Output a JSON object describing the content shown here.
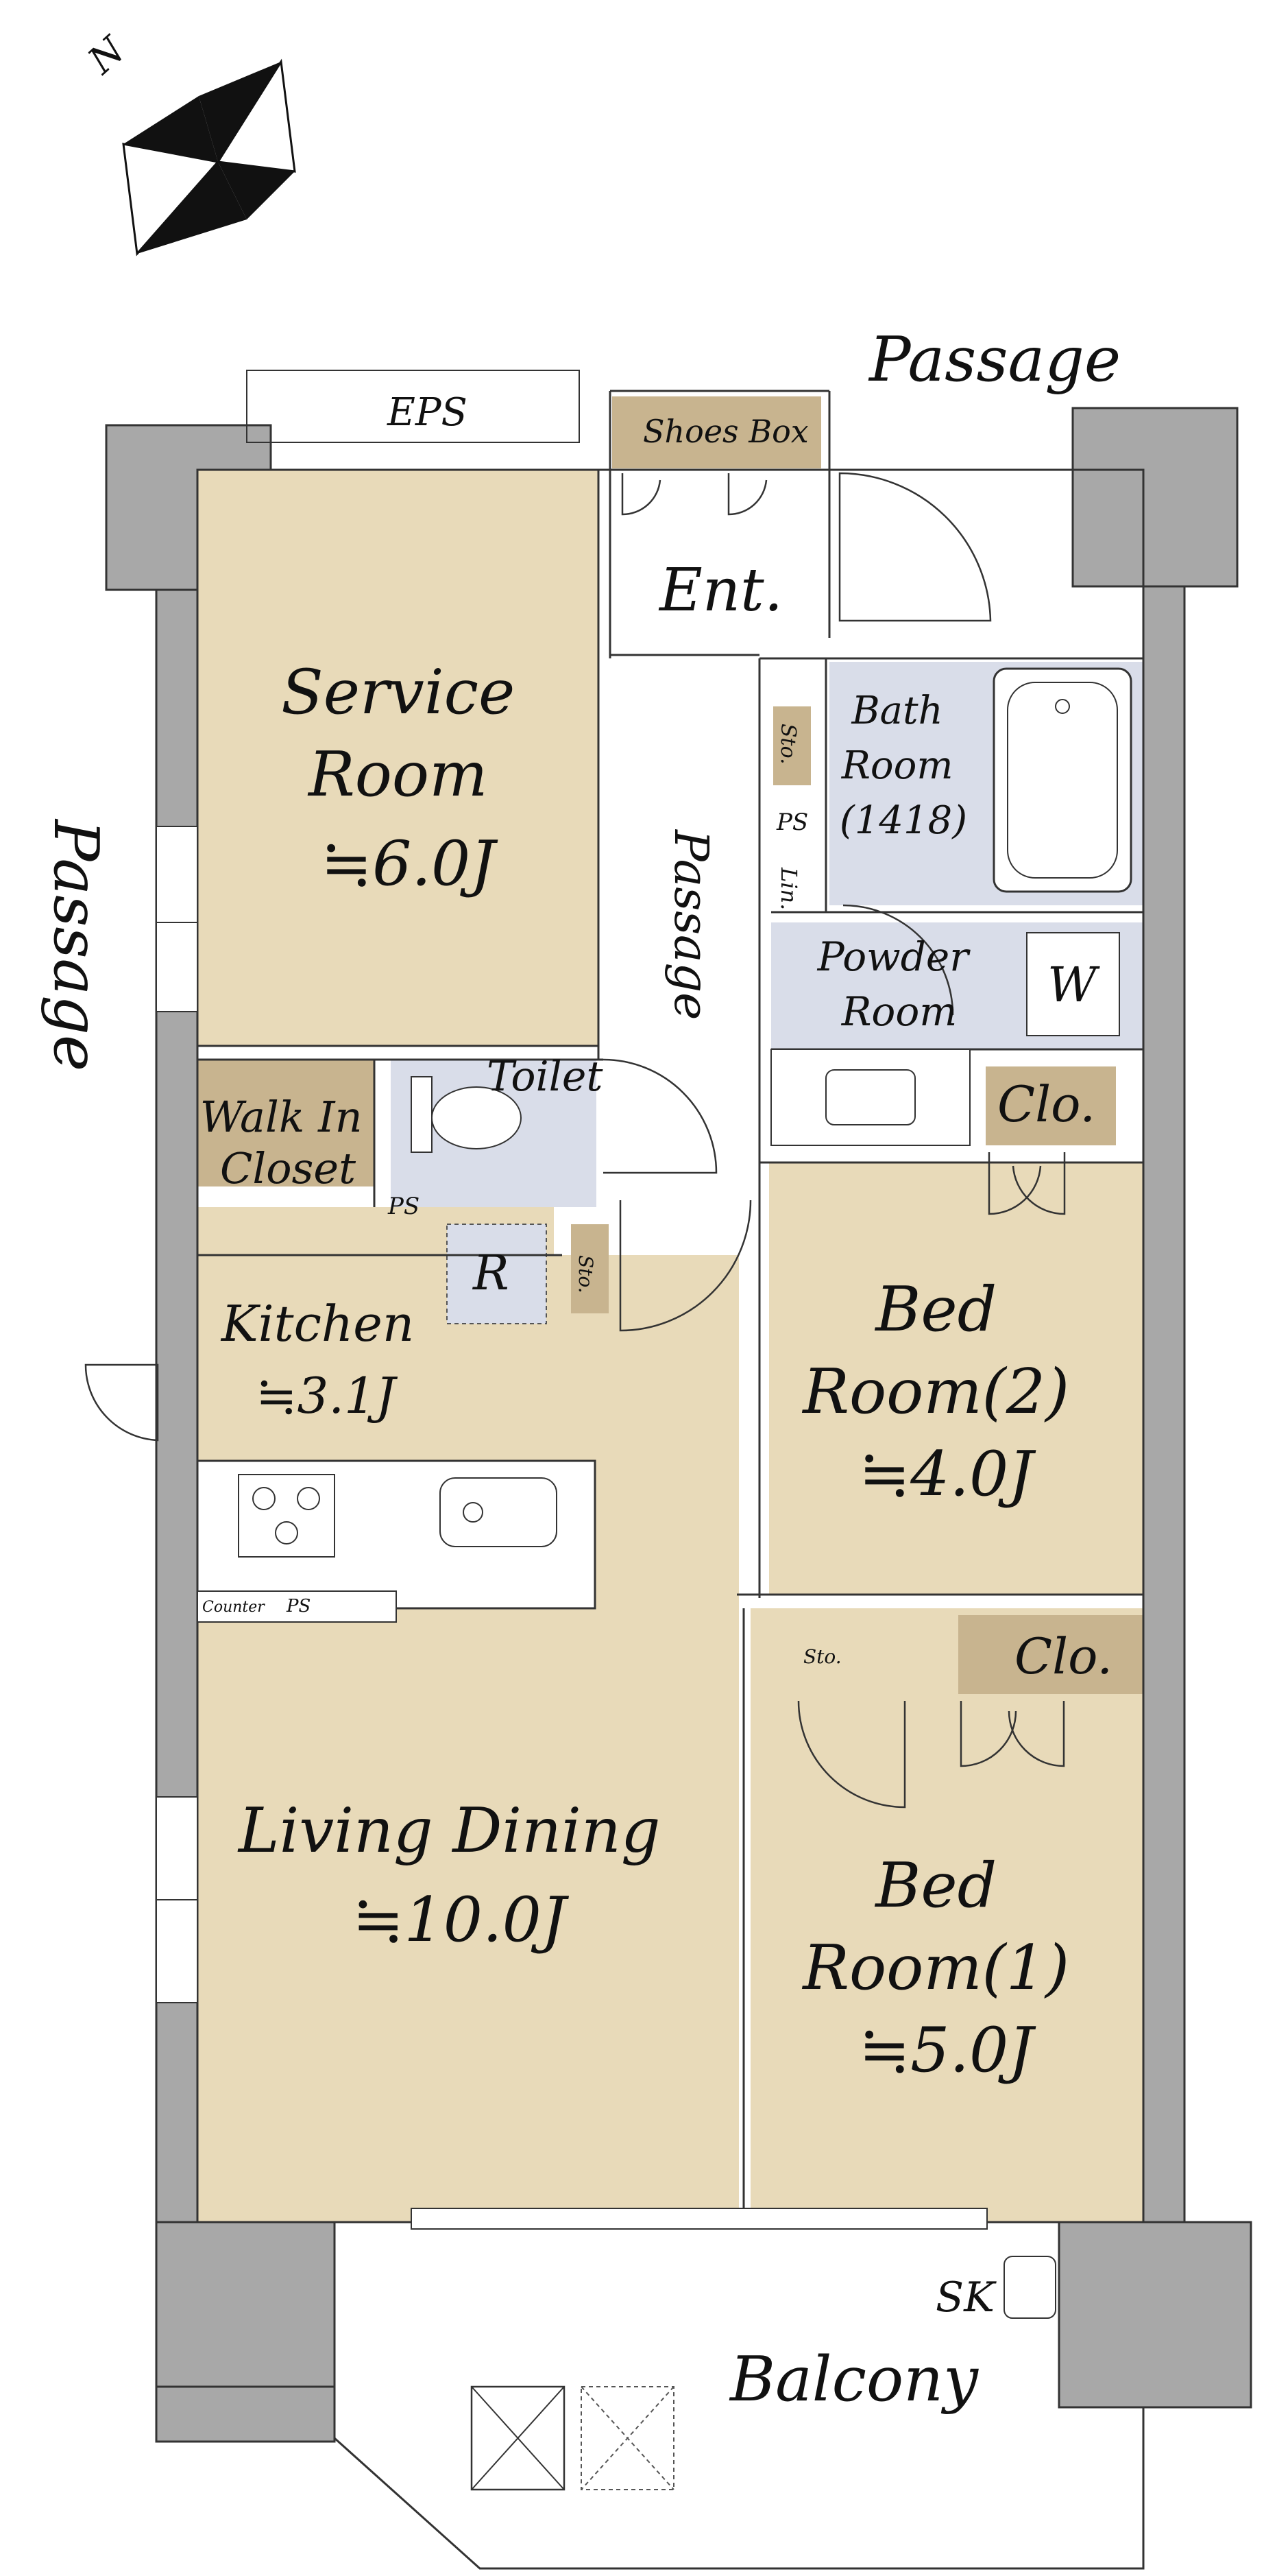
{
  "compass": {
    "north_label": "N",
    "icon": "compass-rose-icon"
  },
  "labels": {
    "passage_top": "Passage",
    "passage_left": "Passage",
    "passage_center": "Passage",
    "eps": "EPS",
    "shoes_box": "Shoes Box",
    "entrance": "Ent.",
    "service_room_l1": "Service",
    "service_room_l2": "Room",
    "service_room_size": "≒6.0J",
    "bath_l1": "Bath",
    "bath_l2": "Room",
    "bath_l3": "(1418)",
    "storage_small": "Sto.",
    "ps": "PS",
    "linen": "Lin.",
    "powder_l1": "Powder",
    "powder_l2": "Room",
    "washer": "W",
    "toilet": "Toilet",
    "walkin_l1": "Walk In",
    "walkin_l2": "Closet",
    "closet": "Clo.",
    "refrigerator": "R",
    "kitchen": "Kitchen",
    "kitchen_size": "≒3.1J",
    "counter": "Counter",
    "bed2_l1": "Bed",
    "bed2_l2": "Room(2)",
    "bed2_size": "≒4.0J",
    "bed1_l1": "Bed",
    "bed1_l2": "Room(1)",
    "bed1_size": "≒5.0J",
    "living_dining": "Living Dining",
    "living_size": "≒10.0J",
    "sk": "SK",
    "balcony": "Balcony"
  },
  "colors": {
    "room_fill": "#e8dab9",
    "closet_fill": "#c8b48f",
    "wet_area_fill": "#d9dde9",
    "wall_fill": "#a8a8a8"
  }
}
